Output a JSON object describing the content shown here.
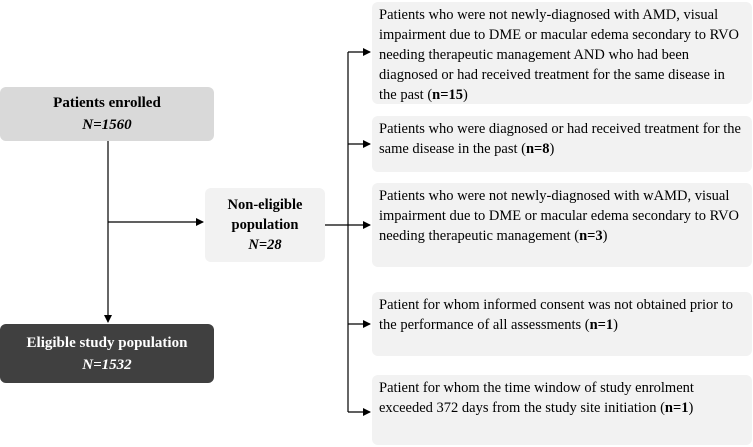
{
  "enrolled": {
    "title": "Patients enrolled",
    "n": "N=1560"
  },
  "eligible": {
    "title": "Eligible study population",
    "n": "N=1532"
  },
  "noneligible": {
    "title_line1": "Non-eligible",
    "title_line2": "population",
    "n": "N=28"
  },
  "reasons": [
    {
      "text": "Patients who were not newly-diagnosed with AMD, visual impairment due to DME or macular edema secondary to RVO needing therapeutic management AND  who had been diagnosed or had received treatment for the same disease in the past  (",
      "count": "n=15",
      "close": ")"
    },
    {
      "text": "Patients who were diagnosed or had received treatment for the same disease in the past (",
      "count": "n=8",
      "close": ")"
    },
    {
      "text": "Patients who were not newly-diagnosed with wAMD, visual impairment due to DME or macular edema secondary to RVO needing therapeutic management (",
      "count": "n=3",
      "close": ")"
    },
    {
      "text": "Patient for whom informed consent was not obtained prior to the performance of all assessments (",
      "count": "n=1",
      "close": ")"
    },
    {
      "text": "Patient for whom the time window of study enrolment exceeded 372 days from the study site initiation (",
      "count": "n=1",
      "close": ")"
    }
  ]
}
